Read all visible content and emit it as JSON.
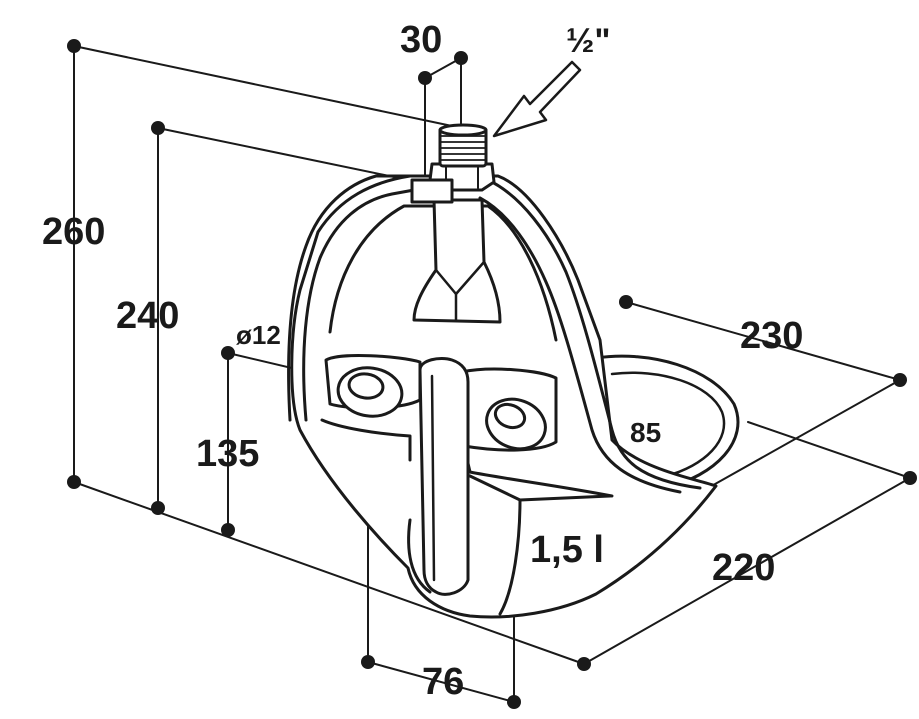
{
  "dimensions": {
    "total_height": "260",
    "inner_height": "240",
    "inlet_height": "135",
    "inlet_diameter": "ø12",
    "pipe_width": "30",
    "thread_size": "½\"",
    "bowl_width": "230",
    "bowl_depth": "85",
    "base_length": "220",
    "inlet_spacing": "76",
    "volume": "1,5 l"
  },
  "colors": {
    "ink": "#1a1a1a",
    "paper": "#ffffff"
  }
}
